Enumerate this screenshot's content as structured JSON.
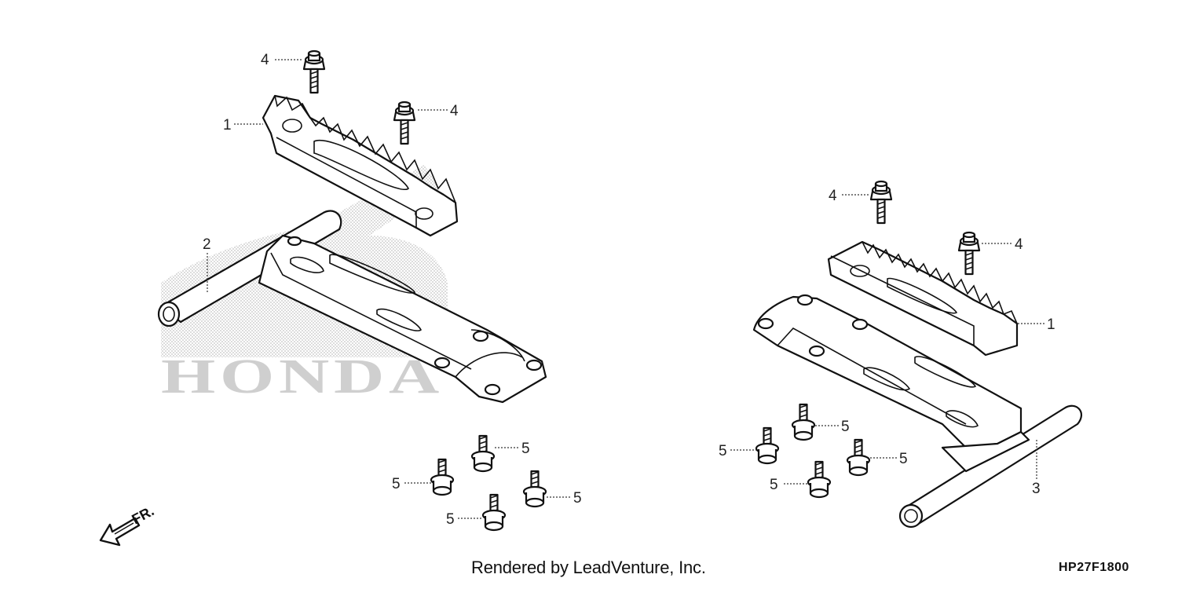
{
  "watermark": {
    "brand": "HONDA"
  },
  "direction_marker": {
    "label": "FR.",
    "icon": "front-arrow-icon"
  },
  "callouts": {
    "footrest_left": "1",
    "footrest_right": "1",
    "bar_left": "2",
    "bar_right": "3",
    "bolt_top_a": "4",
    "bolt_top_b": "4",
    "bolt_top_c": "4",
    "bolt_top_d": "4",
    "bolt_low_a": "5",
    "bolt_low_b": "5",
    "bolt_low_c": "5",
    "bolt_low_d": "5",
    "bolt_low_e": "5",
    "bolt_low_f": "5",
    "bolt_low_g": "5",
    "bolt_low_h": "5"
  },
  "footer": {
    "credit": "Rendered by LeadVenture, Inc.",
    "diagram_code": "HP27F1800"
  }
}
